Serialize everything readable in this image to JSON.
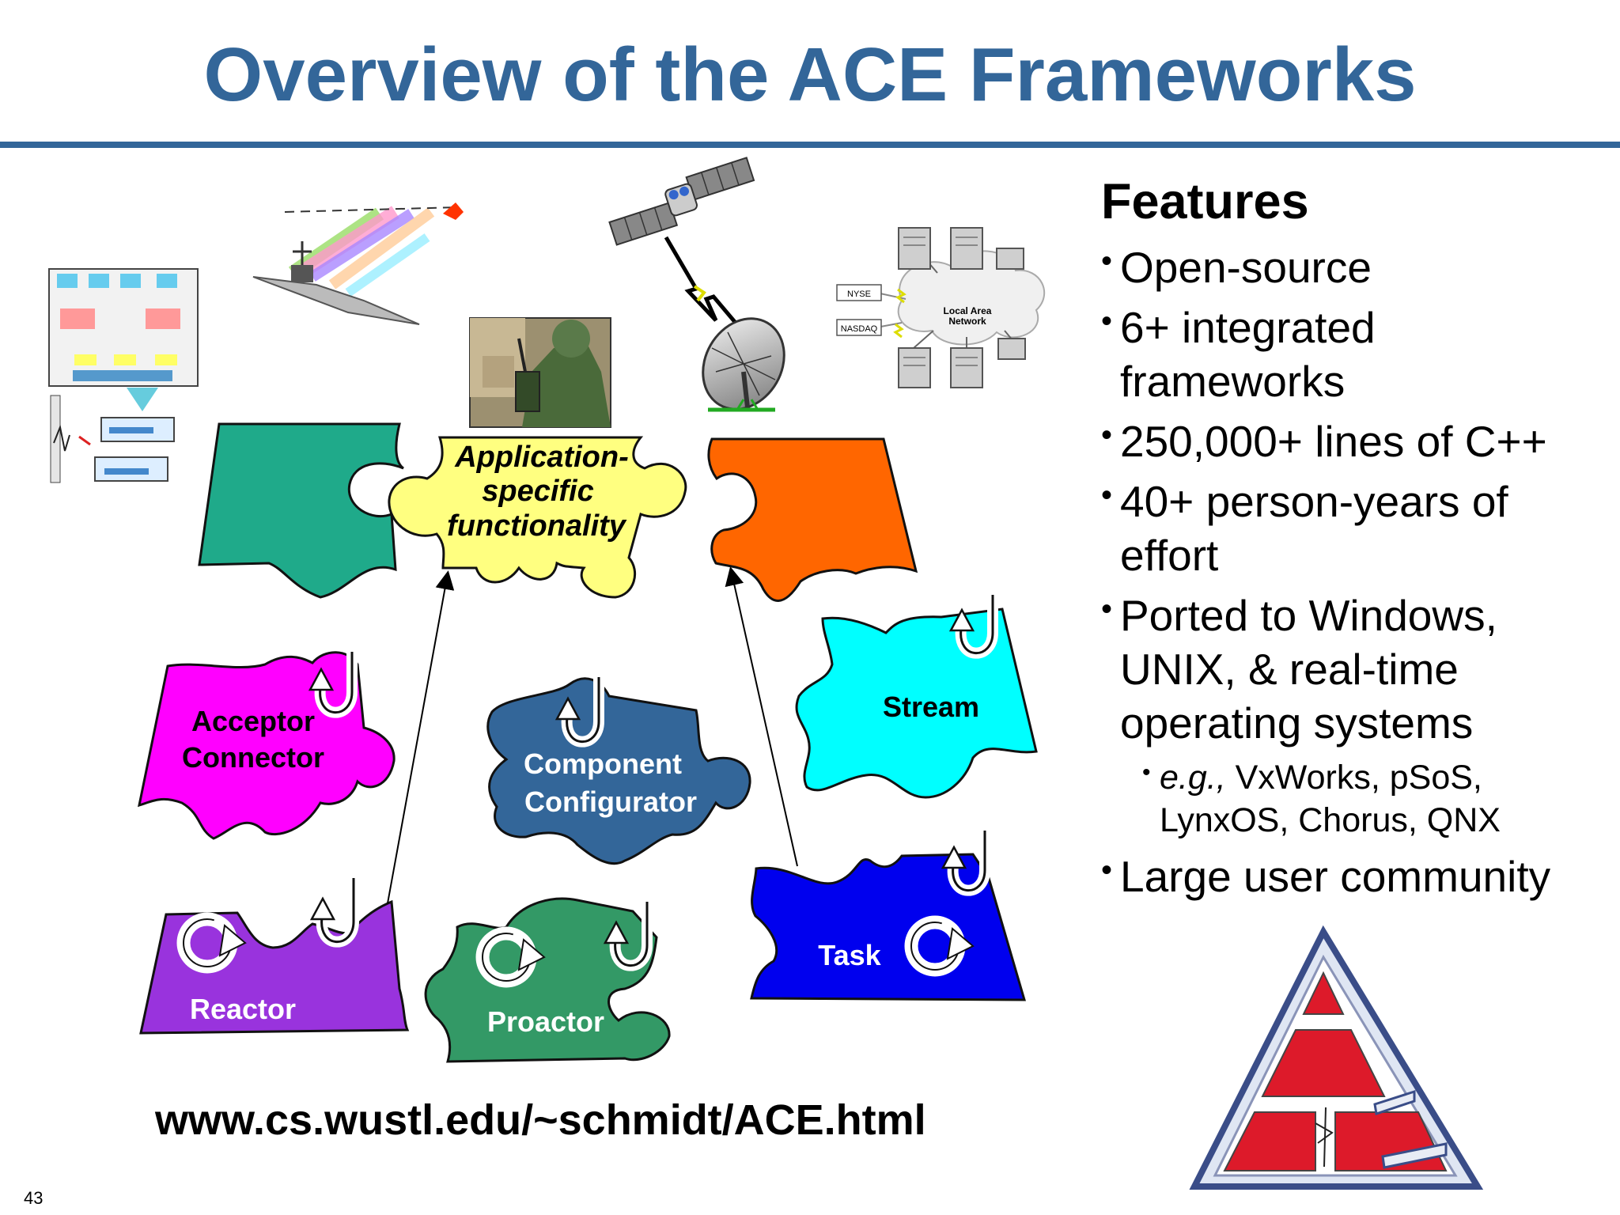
{
  "title": "Overview of the ACE Frameworks",
  "pieces": {
    "app_line1": "Application-",
    "app_line2": "specific",
    "app_line3": "functionality",
    "acceptor_line1": "Acceptor",
    "acceptor_line2": "Connector",
    "component_line1": "Component",
    "component_line2": "Configurator",
    "stream": "Stream",
    "reactor": "Reactor",
    "proactor": "Proactor",
    "task": "Task"
  },
  "network": {
    "nyse": "NYSE",
    "nasdaq": "NASDAQ",
    "lan_line1": "Local Area",
    "lan_line2": "Network"
  },
  "features": {
    "heading": "Features",
    "b1": "Open-source",
    "b2a": "6+ integrated",
    "b2b": "frameworks",
    "b3": "250,000+ lines of C++",
    "b4a": "40+ person-years of",
    "b4b": "effort",
    "b5a": "Ported to Windows,",
    "b5b": "UNIX, & real-time",
    "b5c": "operating systems",
    "sub_eg": "e.g.,",
    "sub_a": " VxWorks, pSoS,",
    "sub_b": "LynxOS, Chorus, QNX",
    "b6": "Large user community"
  },
  "url": "www.cs.wustl.edu/~schmidt/ACE.html",
  "page_number": "43",
  "colors": {
    "title": "#336699",
    "teal": "#1faa8a",
    "yellow": "#ffff80",
    "orange": "#ff6600",
    "magenta": "#ff00ff",
    "steel_blue": "#336699",
    "cyan": "#00ffff",
    "purple": "#9933dd",
    "green": "#339966",
    "blue": "#0000ee",
    "logo_red": "#dd1a2a"
  }
}
